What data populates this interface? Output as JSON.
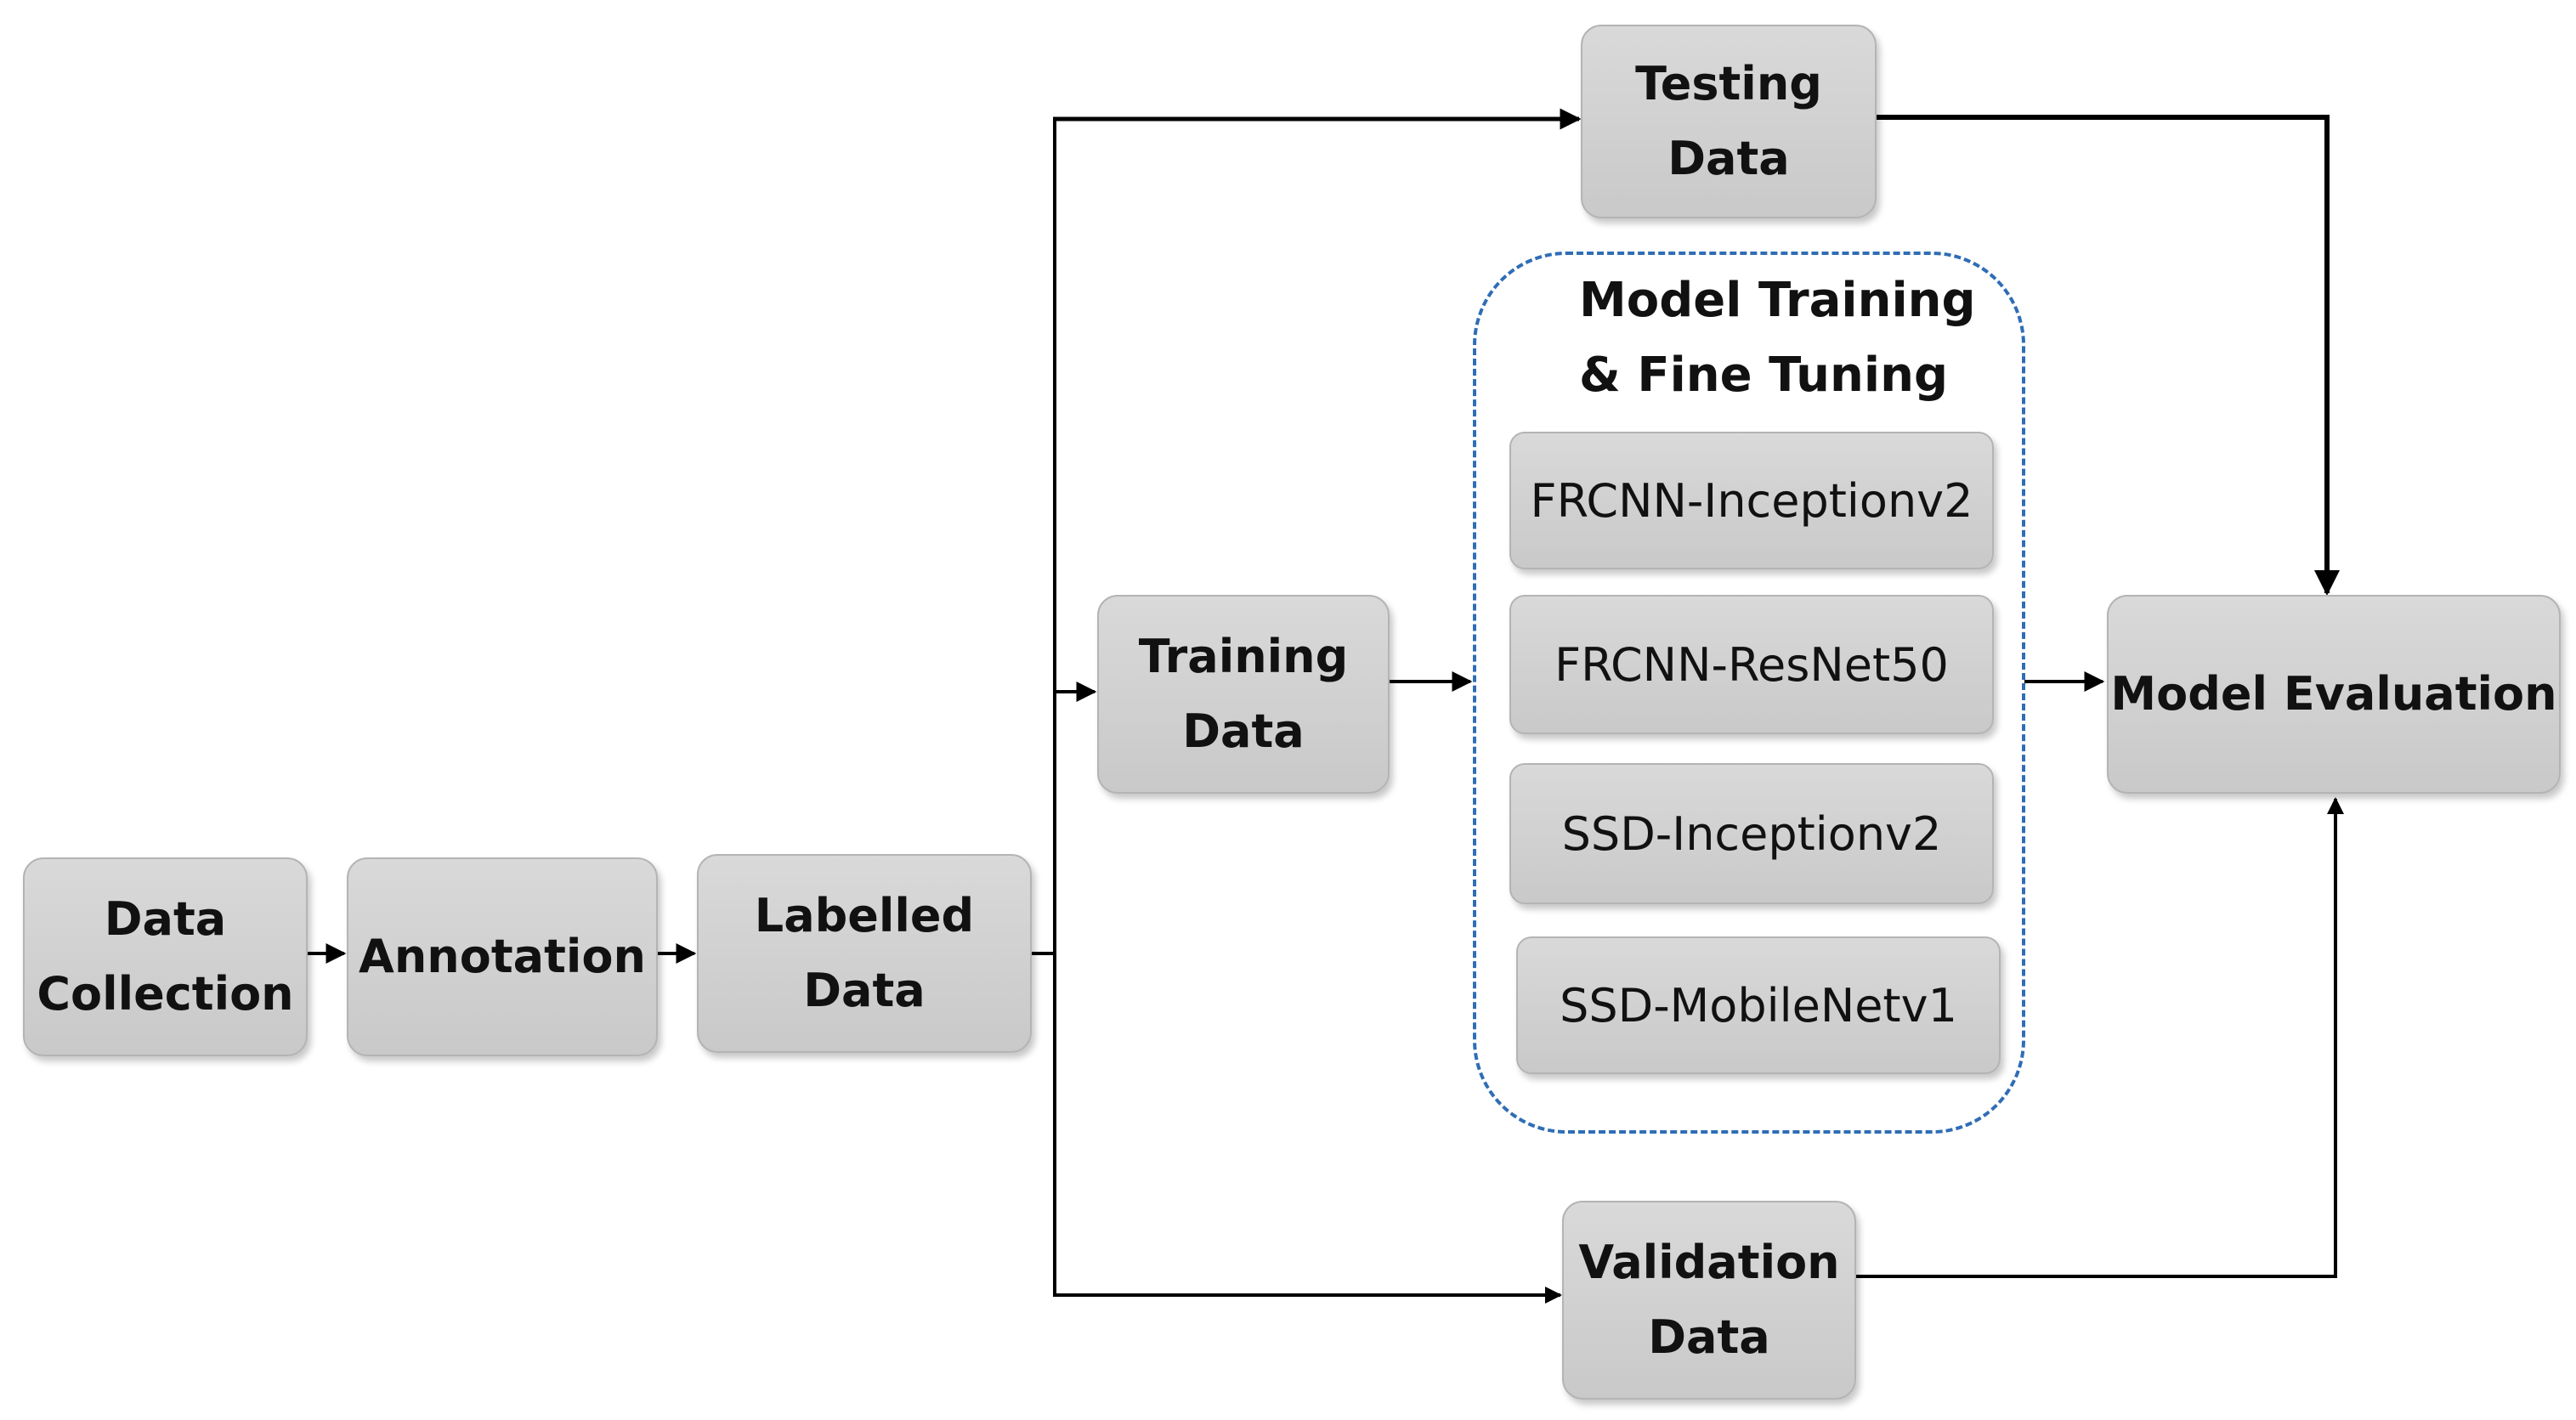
{
  "diagram": {
    "nodes": {
      "data_collection": [
        "Data",
        "Collection"
      ],
      "annotation": [
        "Annotation"
      ],
      "labelled_data": [
        "Labelled",
        "Data"
      ],
      "training_data": [
        "Training",
        "Data"
      ],
      "testing_data": [
        "Testing",
        "Data"
      ],
      "validation_data": [
        "Validation",
        "Data"
      ],
      "model_evaluation": [
        "Model Evaluation"
      ]
    },
    "training_group": {
      "title": [
        "Model Training",
        "& Fine Tuning"
      ],
      "models": [
        "FRCNN-Inceptionv2",
        "FRCNN-ResNet50",
        "SSD-Inceptionv2",
        "SSD-MobileNetv1"
      ]
    }
  }
}
